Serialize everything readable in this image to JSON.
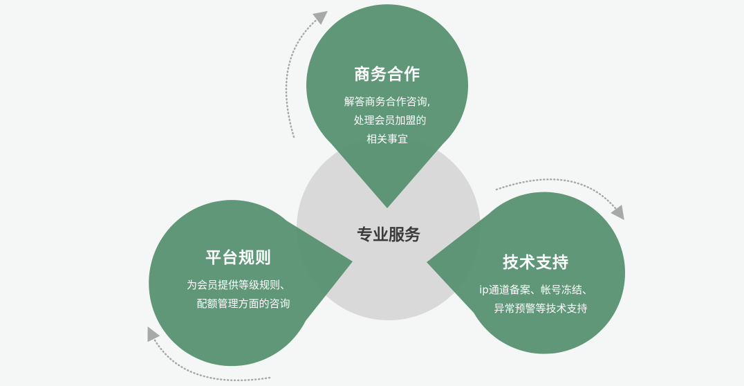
{
  "center": {
    "label": "专业服务"
  },
  "cards": {
    "business": {
      "title": "商务合作",
      "desc": [
        "解答商务合作咨询,",
        "处理会员加盟的",
        "相关事宜"
      ]
    },
    "platform": {
      "title": "平台规则",
      "desc": [
        "为会员提供等级规则、",
        "配额管理方面的咨询"
      ]
    },
    "tech": {
      "title": "技术支持",
      "desc": [
        "ip通道备案、帐号冻结、",
        "异常预警等技术支持"
      ]
    }
  },
  "colors": {
    "card": "#5a9676",
    "center": "#d9d9d9",
    "background": "#f4f7f6",
    "arrow": "#a8a8a8"
  }
}
